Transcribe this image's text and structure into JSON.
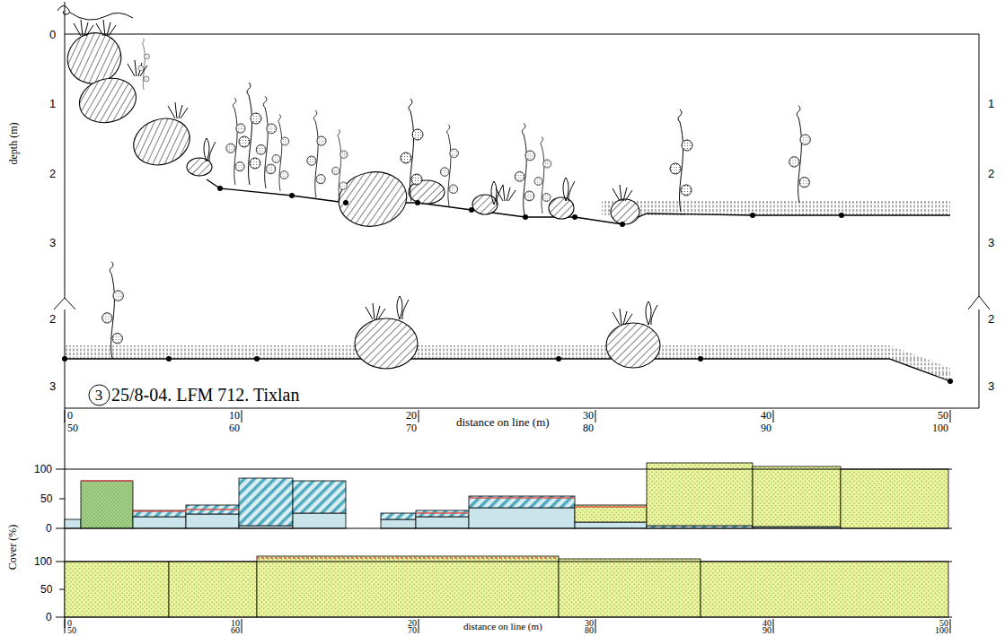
{
  "diagram": {
    "nodes": [
      {
        "text": [
          "3"
        ]
      }
    ],
    "labels": [
      "0",
      "1",
      "2",
      "3",
      "1",
      "2",
      "3",
      "depth (m)",
      "2",
      "3",
      "2",
      "3",
      "25/8-04. LFM 712. Tixlan",
      "0",
      "50",
      "10",
      "60",
      "20",
      "70",
      "distance on line (m)",
      "30",
      "80",
      "40",
      "90",
      "50",
      "100",
      "Cover (%)",
      "100",
      "50",
      "0",
      "100",
      "50",
      "0",
      "0",
      "50",
      "10",
      "60",
      "20",
      "70",
      "distance on line (m)",
      "30",
      "80",
      "40",
      "90",
      "50",
      "100"
    ]
  }
}
